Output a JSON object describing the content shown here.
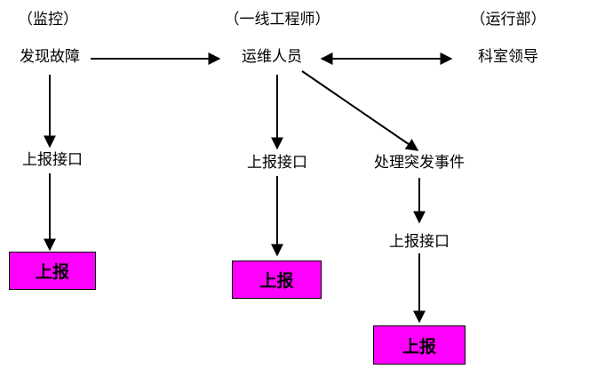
{
  "headers": {
    "monitor": "（监控）",
    "first_line": "（一线工程师）",
    "ops_dept": "（运行部）"
  },
  "nodes": {
    "find_fault": "发现故障",
    "ops_staff": "运维人员",
    "dept_leader": "科室领导",
    "report_interface_1": "上报接口",
    "report_interface_2": "上报接口",
    "handle_incident": "处理突发事件",
    "report_interface_3": "上报接口"
  },
  "report_boxes": {
    "box_1": "上报",
    "box_2": "上报",
    "box_3": "上报"
  },
  "colors": {
    "report_box_fill": "#ff00ff",
    "arrow": "#000000"
  }
}
